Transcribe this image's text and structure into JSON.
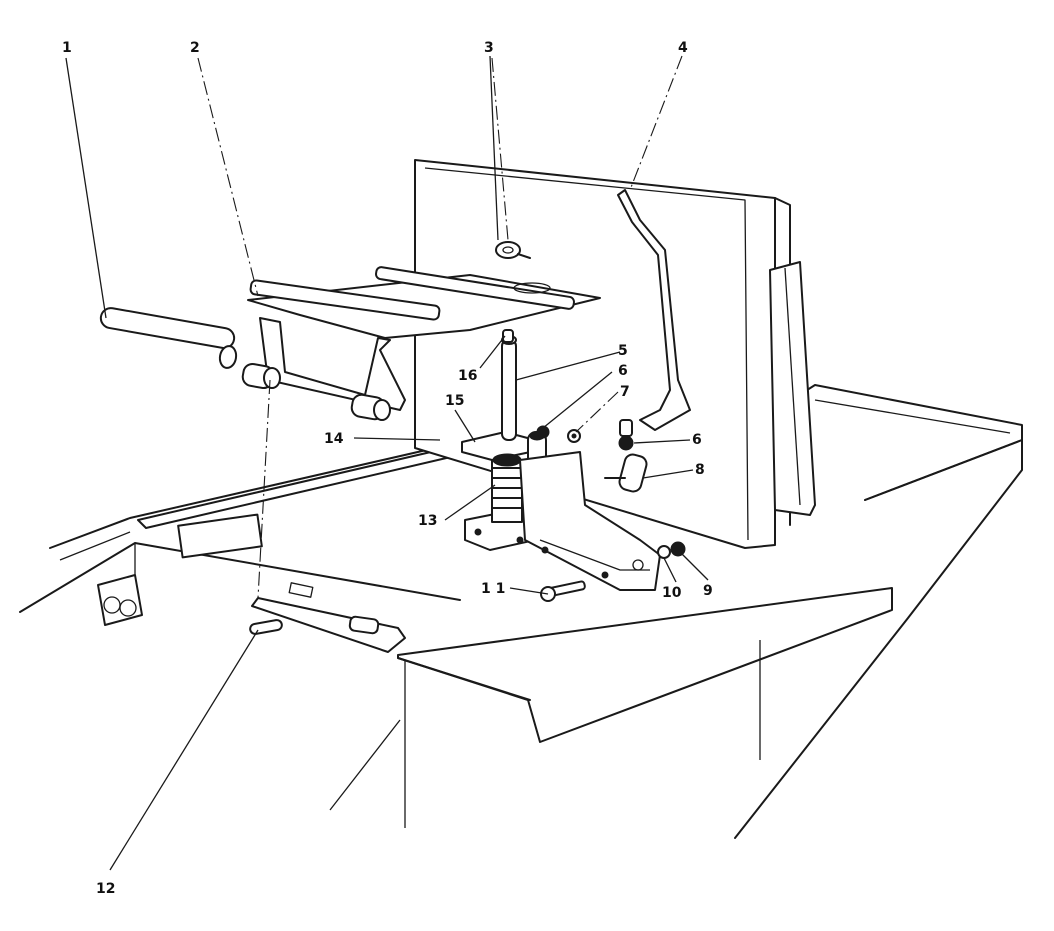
{
  "callouts": [
    {
      "id": "c1",
      "label": "1"
    },
    {
      "id": "c2",
      "label": "2"
    },
    {
      "id": "c3",
      "label": "3"
    },
    {
      "id": "c4",
      "label": "4"
    },
    {
      "id": "c5",
      "label": "5"
    },
    {
      "id": "c6a",
      "label": "6"
    },
    {
      "id": "c6b",
      "label": "6"
    },
    {
      "id": "c7",
      "label": "7"
    },
    {
      "id": "c8",
      "label": "8"
    },
    {
      "id": "c9",
      "label": "9"
    },
    {
      "id": "c10",
      "label": "10"
    },
    {
      "id": "c11",
      "label": "1 1"
    },
    {
      "id": "c12",
      "label": "12"
    },
    {
      "id": "c13",
      "label": "13"
    },
    {
      "id": "c14",
      "label": "14"
    },
    {
      "id": "c15",
      "label": "15"
    },
    {
      "id": "c16",
      "label": "16"
    }
  ],
  "colors": {
    "ink": "#1a1a1a",
    "background": "#ffffff"
  }
}
